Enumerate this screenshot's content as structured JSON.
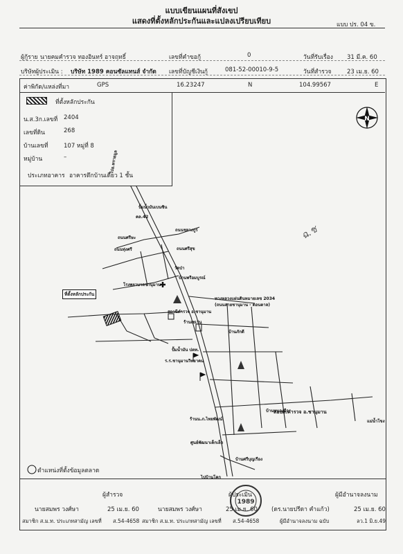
{
  "header": {
    "title": "แบบเขียนแผนที่สังเขป",
    "subtitle": "แสดงที่ตั้งหลักประกันและแปลงเปรียบเทียบ",
    "form_no": "แบบ ปร. 04 ข."
  },
  "info": {
    "owner_label": "ผู้กู้ราย",
    "owner_value": "นายคมคำรวจ ทองอินทร์  อาจฤทธิ์",
    "file_label": "เลขที่คำขอกู้",
    "file_value": "0",
    "receive_label": "วันที่รับเรื่อง",
    "receive_value": "31 มี.ค. 60",
    "company_label": "บริษัทผู้ประเมิน :",
    "company_value": "บริษัท 1989 คอนซัลแทนส์ จำกัด",
    "account_label": "เลขที่บัญชีเงินกู้",
    "account_value": "081-52-00010-9-5",
    "survey_label": "วันที่สำรวจ",
    "survey_value": "23 เม.ย. 60"
  },
  "gps": {
    "label": "ค่าพิกัด/แหล่งที่มา",
    "source": "GPS",
    "lat": "16.23247",
    "lat_dir": "N",
    "lon": "104.99567",
    "lon_dir": "E"
  },
  "legend": {
    "collateral": "ที่ตั้งหลักประกัน",
    "deed_label": "น.ส.3ก.เลขที่",
    "deed_value": "2404",
    "land_label": "เลขที่ดิน",
    "land_value": "268",
    "house_label": "บ้านเลขที่",
    "house_value": "107 หมู่ที่ 8",
    "village_label": "หมู่บ้าน",
    "village_value": "–",
    "building_label": "ประเภทอาคาร",
    "building_value": "อาคารตึกบ้านเดี่ยว 1 ชั้น"
  },
  "map": {
    "labels": [
      "ไปอ.ทรายมูล",
      "ปั้มน้ำมันเบนซิน",
      "คล.42",
      "ถนนชยางกูร",
      "ถนนศรีษะ",
      "ถนนทุ่งศรี",
      "ถนนศรีสุข",
      "วัดป่า",
      "บ้านพรีอมบูรณ์",
      "ที่ตั้งหลักประกัน",
      "ทางหลวงแผ่นดินหมายเลข 2034",
      "(ถนนสายชานุมาน - ดอนตาล)",
      "บ้านภักดี",
      "โรงพยาบาลชานุมาน",
      "สถานีตำรวจ อ.ชานุมาน",
      "ร้านเซเว่น",
      "ปั้มน้ำมัน ปตท.",
      "ร.ร.ชานุมานวิทยาคม",
      "ร้านน.ภ.ไทยพัฒน์",
      "ศูนย์พัฒนาเด็กเล็ก",
      "บ้านหนองผือ",
      "แม่น้ำโขง",
      "บ้านศรีบุญเรือง",
      "ไปบ้านโคก"
    ],
    "police_station": "สอบต.คำรวจ อ.ชานุมาน",
    "handwriting": "ฉ.ช"
  },
  "footnote": "ตำแหน่งที่ตั้งข้อมูลตลาด",
  "signatures": [
    {
      "role": "ผู้สำรวจ",
      "name": "นายสมพร    วงศ์ษา",
      "date": "25 เม.ย. 60",
      "member": "สมาชิก ส.ม.ท. ประเภทสามัญ เลขที่",
      "member_no": "ส.54-4658"
    },
    {
      "role": "ผู้ประเมิน",
      "name": "นายสมพร    วงศ์ษา",
      "date": "25 เม.ย. 60",
      "member": "สมาชิก ส.ม.ท. ประเภทสามัญ เลขที่",
      "member_no": "ส.54-4658"
    },
    {
      "role": "ผู้มีอำนาจลงนาม",
      "name": "(ดร.นายปรีดา  คำแก้ว)",
      "date": "25 เม.ย. 60",
      "member": "ผู้มีอำนาจลงนาม ฉบับ",
      "member_no": "ลว.1 มิ.ย.49"
    }
  ]
}
